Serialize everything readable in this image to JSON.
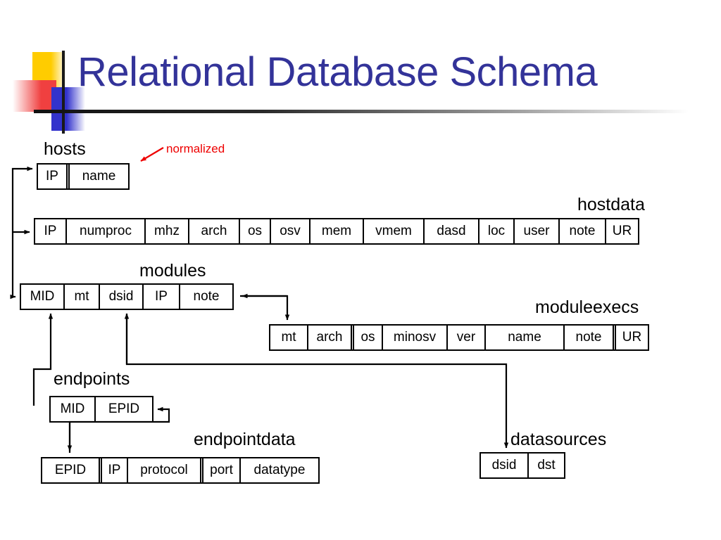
{
  "slide": {
    "title": "Relational Database Schema",
    "title_color": "#333399",
    "annotation": {
      "text": "normalized",
      "color": "#ee0000"
    }
  },
  "tables": [
    {
      "id": "hosts",
      "label": "hosts",
      "columns": [
        "IP",
        "name"
      ],
      "key_separator_after": [
        "IP"
      ]
    },
    {
      "id": "hostdata",
      "label": "hostdata",
      "columns": [
        "IP",
        "numproc",
        "mhz",
        "arch",
        "os",
        "osv",
        "mem",
        "vmem",
        "dasd",
        "loc",
        "user",
        "note",
        "UR"
      ],
      "key_separator_after": []
    },
    {
      "id": "modules",
      "label": "modules",
      "columns": [
        "MID",
        "mt",
        "dsid",
        "IP",
        "note"
      ],
      "key_separator_after": []
    },
    {
      "id": "moduleexecs",
      "label": "moduleexecs",
      "columns": [
        "mt",
        "arch",
        "os",
        "minosv",
        "ver",
        "name",
        "note",
        "UR"
      ],
      "key_separator_after": [
        "arch",
        "note"
      ]
    },
    {
      "id": "endpoints",
      "label": "endpoints",
      "columns": [
        "MID",
        "EPID"
      ],
      "key_separator_after": []
    },
    {
      "id": "endpointdata",
      "label": "endpointdata",
      "columns": [
        "EPID",
        "IP",
        "protocol",
        "port",
        "datatype"
      ],
      "key_separator_after": [
        "EPID",
        "port"
      ]
    },
    {
      "id": "datasources",
      "label": "datasources",
      "columns": [
        "dsid",
        "dst"
      ],
      "key_separator_after": []
    }
  ],
  "relationships": [
    {
      "from": "hosts.IP",
      "to": "hostdata.IP"
    },
    {
      "from": "hosts.IP",
      "to": "modules.IP"
    },
    {
      "from": "modules.MID",
      "to": "endpoints.MID"
    },
    {
      "from": "modules.mt",
      "to": "moduleexecs.mt"
    },
    {
      "from": "modules.dsid",
      "to": "datasources.dsid"
    },
    {
      "from": "endpoints.EPID",
      "to": "endpointdata.EPID"
    }
  ]
}
